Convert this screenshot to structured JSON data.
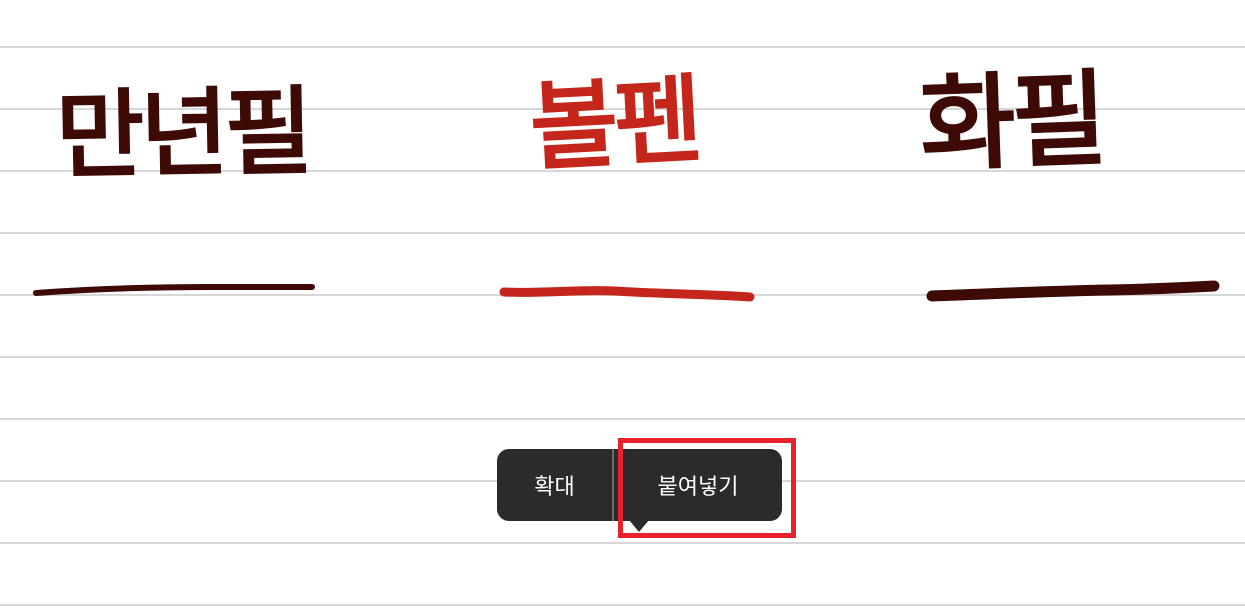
{
  "note": {
    "samples": [
      {
        "text": "만년필",
        "ink_color": "#3d0a06"
      },
      {
        "text": "볼펜",
        "ink_color": "#c4261c"
      },
      {
        "text": "화필",
        "ink_color": "#3d0a06"
      }
    ],
    "ruled_line_color": "#d7d7d7"
  },
  "context_menu": {
    "items": [
      {
        "label": "확대"
      },
      {
        "label": "붙여넣기"
      }
    ],
    "background_color": "#2b2b2b",
    "text_color": "#ffffff"
  },
  "highlight": {
    "color": "#e8222c",
    "target": "붙여넣기"
  }
}
